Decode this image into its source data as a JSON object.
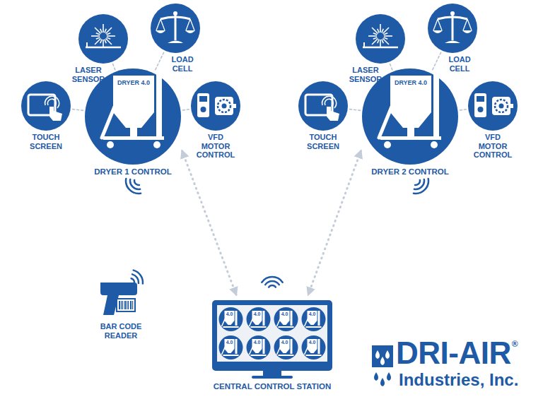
{
  "diagram": {
    "nodes": [
      {
        "text": [
          "DRYER 4.0",
          "DRYER 1 CONTROL"
        ]
      },
      {
        "text": [
          "LASER SENSOR"
        ]
      },
      {
        "text": [
          "LOAD CELL"
        ]
      },
      {
        "text": [
          "TOUCH SCREEN"
        ]
      },
      {
        "text": [
          "VFD MOTOR CONTROL"
        ]
      },
      {
        "text": [
          "DRYER 4.0",
          "DRYER 2 CONTROL"
        ]
      },
      {
        "text": [
          "LASER SENSOR"
        ]
      },
      {
        "text": [
          "LOAD CELL"
        ]
      },
      {
        "text": [
          "TOUCH SCREEN"
        ]
      },
      {
        "text": [
          "VFD MOTOR CONTROL"
        ]
      },
      {
        "text": [
          "CENTRAL CONTROL STATION"
        ]
      }
    ],
    "edges": [
      {
        "from": 1,
        "to": 0,
        "arrow": "none"
      },
      {
        "from": 2,
        "to": 0,
        "arrow": "none"
      },
      {
        "from": 3,
        "to": 0,
        "arrow": "none"
      },
      {
        "from": 4,
        "to": 0,
        "arrow": "none"
      },
      {
        "from": 0,
        "to": 10,
        "arrow": "both"
      },
      {
        "from": 6,
        "to": 5,
        "arrow": "none"
      },
      {
        "from": 7,
        "to": 5,
        "arrow": "none"
      },
      {
        "from": 8,
        "to": 5,
        "arrow": "none"
      },
      {
        "from": 9,
        "to": 5,
        "arrow": "none"
      },
      {
        "from": 5,
        "to": 10,
        "arrow": "both"
      }
    ],
    "labels": [
      "BAR CODE READER",
      "4.0",
      "4.0",
      "4.0",
      "4.0",
      "4.0",
      "4.0",
      "4.0",
      "4.0",
      "DRI-AIR",
      "®",
      "Industries, Inc."
    ]
  }
}
